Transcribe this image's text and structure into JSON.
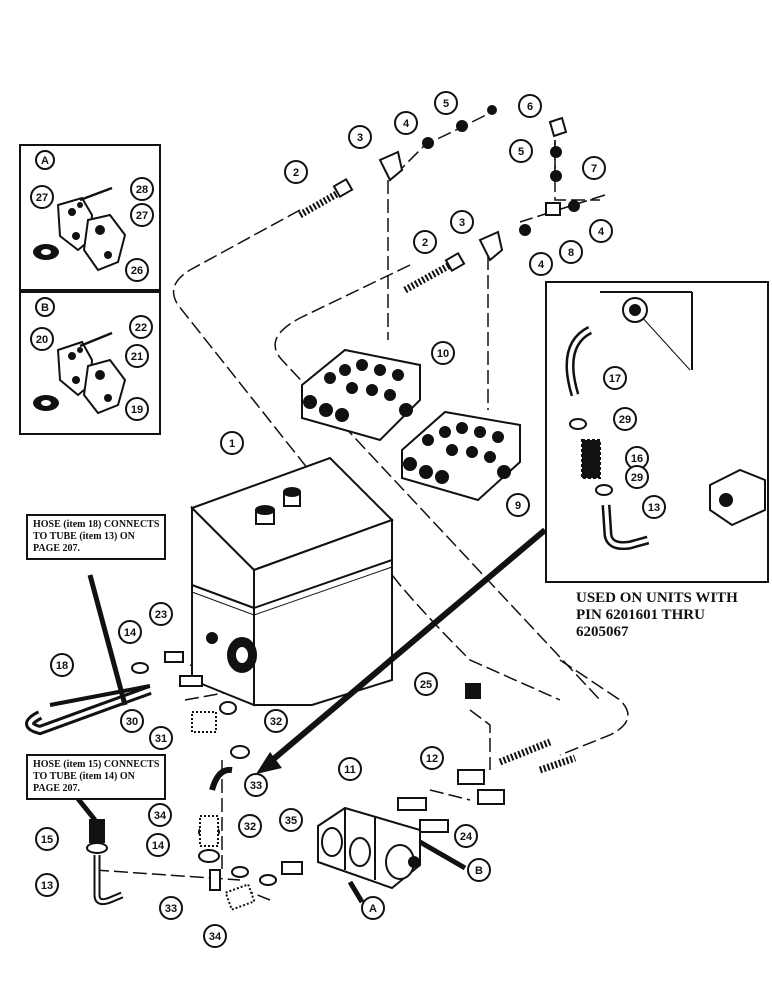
{
  "callouts": {
    "c1": "1",
    "c2a": "2",
    "c2b": "2",
    "c3a": "3",
    "c3b": "3",
    "c4a": "4",
    "c4b": "4",
    "c4c": "4",
    "c5a": "5",
    "c5b": "5",
    "c6": "6",
    "c7": "7",
    "c8": "8",
    "c9": "9",
    "c10": "10",
    "c11": "11",
    "c12": "12",
    "c13a": "13",
    "c13b": "13",
    "c14a": "14",
    "c14b": "14",
    "c15": "15",
    "c16": "16",
    "c17": "17",
    "c18": "18",
    "c19": "19",
    "c20": "20",
    "c21": "21",
    "c22": "22",
    "c23": "23",
    "c24": "24",
    "c25": "25",
    "c26": "26",
    "c27a": "27",
    "c27b": "27",
    "c28": "28",
    "c29a": "29",
    "c29b": "29",
    "c30": "30",
    "c31": "31",
    "c32a": "32",
    "c32b": "32",
    "c33a": "33",
    "c33b": "33",
    "c34a": "34",
    "c34b": "34",
    "c35": "35",
    "cA": "A",
    "cB": "B"
  },
  "insets": {
    "a_label": "A",
    "b_label": "B"
  },
  "notes": {
    "hose18": [
      "HOSE (item 18) CONNECTS",
      "TO TUBE (item 13) ON",
      "PAGE 207."
    ],
    "hose15": [
      "HOSE (item 15) CONNECTS",
      "TO TUBE (item 14) ON",
      "PAGE 207."
    ]
  },
  "used_on": [
    "USED ON UNITS WITH",
    "PIN 6201601 THRU",
    "6205067"
  ]
}
